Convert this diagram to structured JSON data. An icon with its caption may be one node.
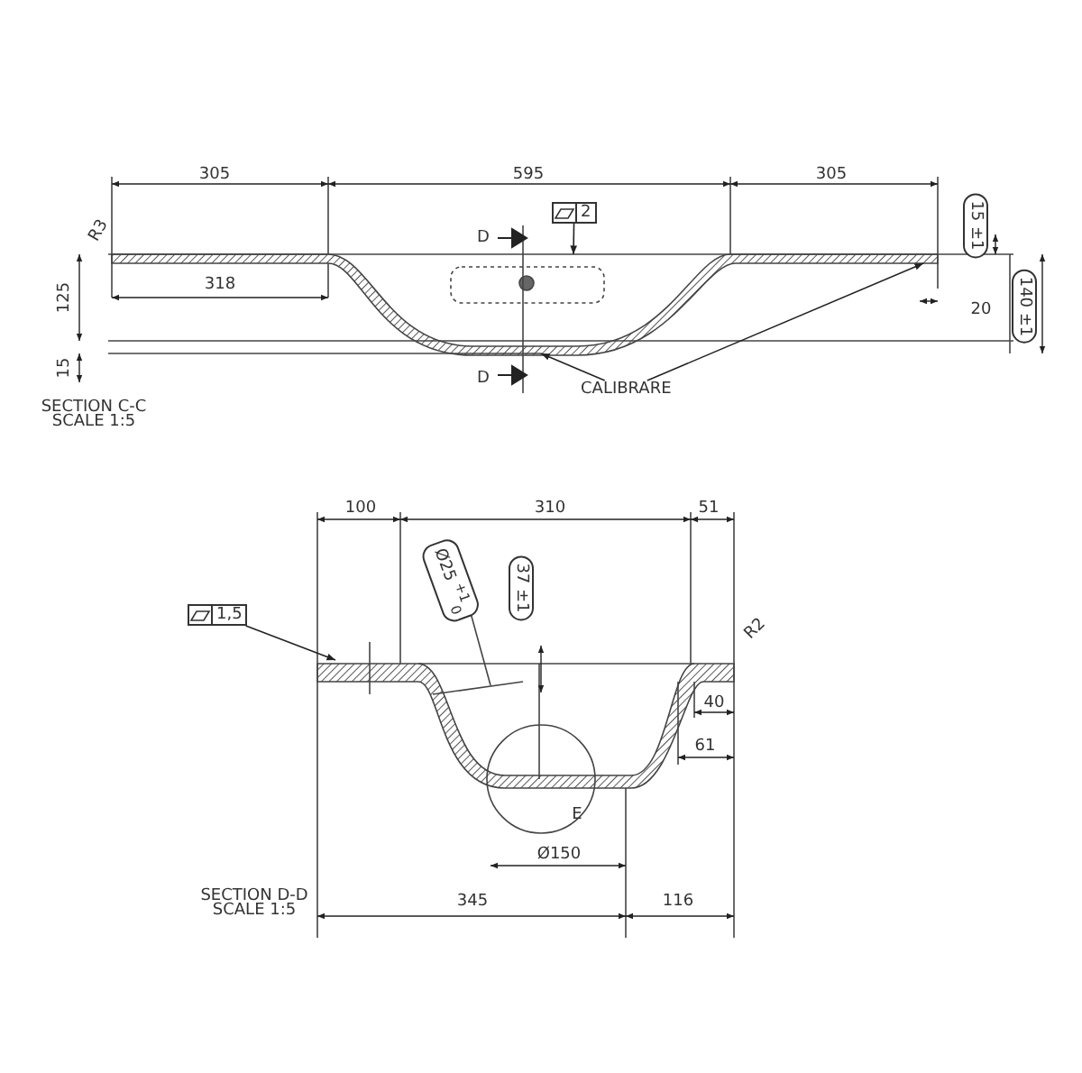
{
  "diagram": {
    "nodes": [
      {
        "text": [
          "CALIBRARE"
        ]
      },
      {
        "text": [
          "2"
        ]
      },
      {
        "text": [
          "1,5"
        ]
      }
    ],
    "edges": [
      {
        "from": 0,
        "to": null,
        "arrow": "to"
      },
      {
        "from": 0,
        "to": null,
        "arrow": "to"
      },
      {
        "from": 1,
        "to": null,
        "arrow": "to"
      },
      {
        "from": 2,
        "to": null,
        "arrow": "to"
      }
    ],
    "labels": [
      "305",
      "595",
      "305",
      "15 ±1",
      "R3",
      "D",
      "140 ±1",
      "125",
      "318",
      "20",
      "15",
      "D",
      "SECTION C-C",
      "SCALE 1:5",
      "100",
      "310",
      "51",
      "Ø25 $^{+1}$$_{0}$",
      "37 ±1",
      "R2",
      "40",
      "61",
      "E",
      "Ø150",
      "SECTION D-D",
      "SCALE 1:5",
      "345",
      "116"
    ]
  }
}
